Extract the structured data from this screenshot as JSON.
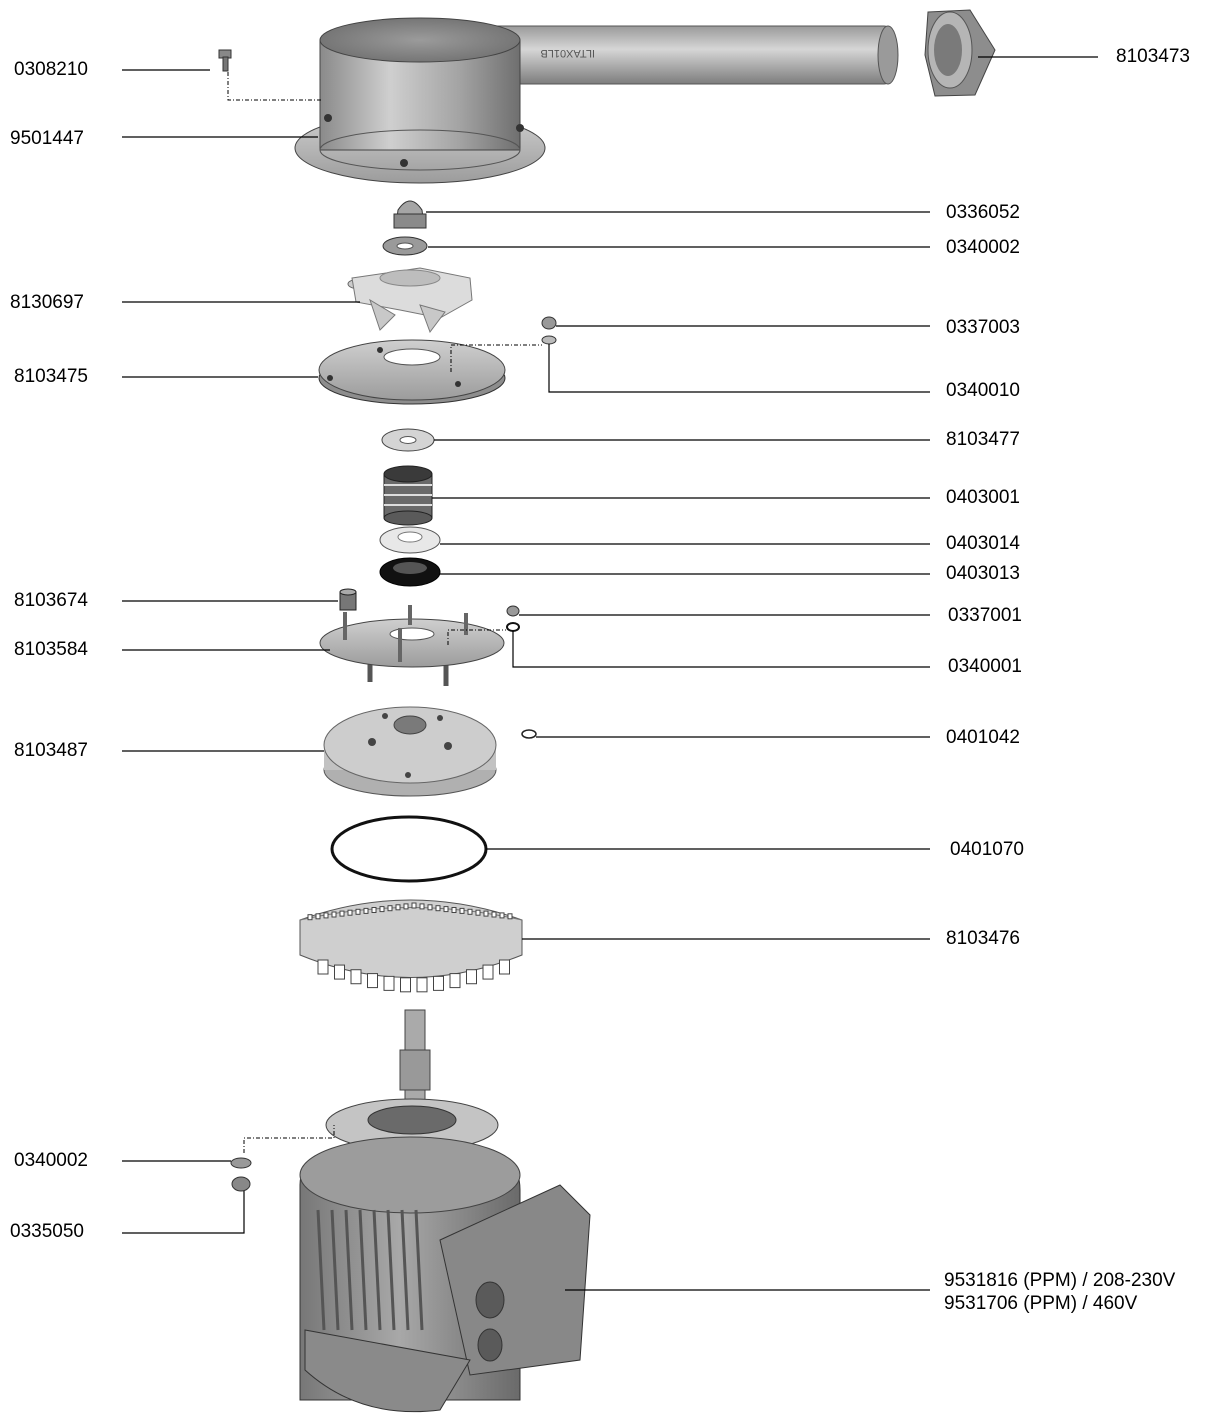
{
  "diagram": {
    "type": "exploded-parts-view",
    "part_labels": [
      {
        "id": "p0308210",
        "text": "0308210"
      },
      {
        "id": "p9501447",
        "text": "9501447"
      },
      {
        "id": "p8103473",
        "text": "8103473"
      },
      {
        "id": "p0336052",
        "text": "0336052"
      },
      {
        "id": "p0340002a",
        "text": "0340002"
      },
      {
        "id": "p8130697",
        "text": "8130697"
      },
      {
        "id": "p0337003",
        "text": "0337003"
      },
      {
        "id": "p8103475",
        "text": "8103475"
      },
      {
        "id": "p0340010",
        "text": "0340010"
      },
      {
        "id": "p8103477",
        "text": "8103477"
      },
      {
        "id": "p0403001",
        "text": "0403001"
      },
      {
        "id": "p0403014",
        "text": "0403014"
      },
      {
        "id": "p0403013",
        "text": "0403013"
      },
      {
        "id": "p8103674",
        "text": "8103674"
      },
      {
        "id": "p0337001",
        "text": "0337001"
      },
      {
        "id": "p8103584",
        "text": "8103584"
      },
      {
        "id": "p0340001",
        "text": "0340001"
      },
      {
        "id": "p8103487",
        "text": "8103487"
      },
      {
        "id": "p0401042",
        "text": "0401042"
      },
      {
        "id": "p0401070",
        "text": "0401070"
      },
      {
        "id": "p8103476",
        "text": "8103476"
      },
      {
        "id": "p0340002b",
        "text": "0340002"
      },
      {
        "id": "p0335050",
        "text": "0335050"
      },
      {
        "id": "pmotor1",
        "text": "9531816 (PPM) / 208-230V"
      },
      {
        "id": "pmotor2",
        "text": "9531706 (PPM) / 460V"
      }
    ],
    "pipe_marking": "ILTAX01LB"
  }
}
